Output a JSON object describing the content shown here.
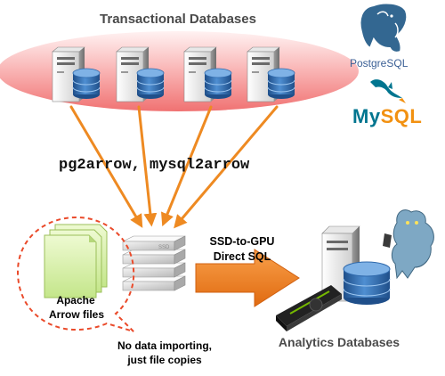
{
  "transactional_title": "Transactional Databases",
  "converter_label": "pg2arrow, mysql2arrow",
  "ssd_label": "SSD",
  "direct_sql": {
    "line1": "SSD-to-GPU",
    "line2": "Direct SQL"
  },
  "arrow_files": {
    "line1": "Apache",
    "line2": "Arrow files"
  },
  "no_import": {
    "line1": "No data importing,",
    "line2": "just file copies"
  },
  "analytics_title": "Analytics Databases",
  "logos": {
    "postgres": "PostgreSQL",
    "mysql_my": "My",
    "mysql_sql": "SQL"
  },
  "colors": {
    "ellipse_top": "#fde3e3",
    "ellipse_bottom": "#f07878",
    "arrow_orange": "#ee8a22",
    "big_arrow": "#f07d1b",
    "dashed_red": "#ea4a2a",
    "db_blue": "#2f69ac",
    "file_green": "#d8f0a6"
  },
  "icons": [
    "server-icon",
    "database-cylinder-icon",
    "ssd-stack-icon",
    "document-stack-icon",
    "gpu-card-icon",
    "postgresql-elephant-logo",
    "mysql-dolphin-logo",
    "gpu-mascot-icon"
  ]
}
